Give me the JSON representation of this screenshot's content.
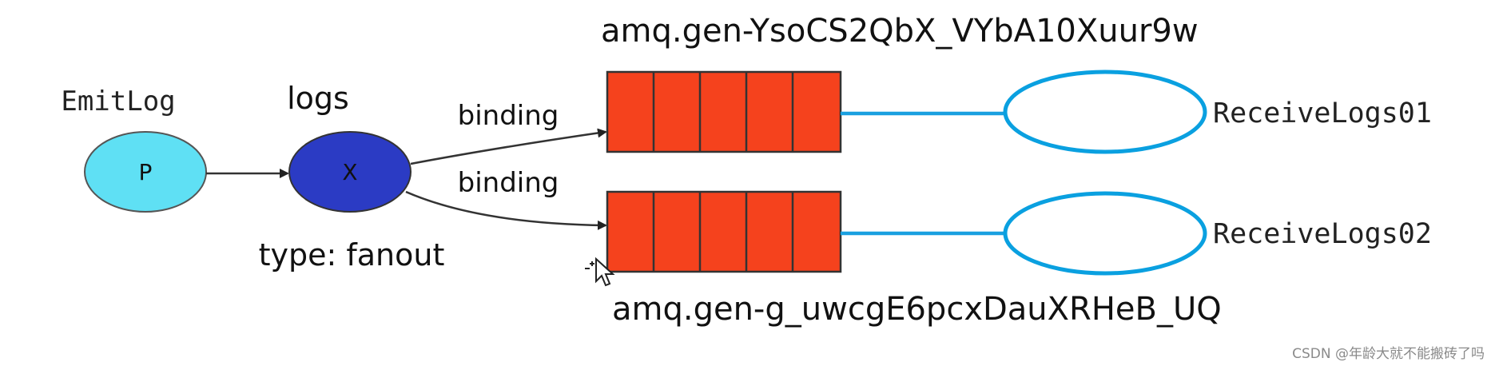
{
  "producer": {
    "name": "EmitLog",
    "symbol": "P"
  },
  "exchange": {
    "name": "logs",
    "symbol": "X",
    "type_label": "type: fanout"
  },
  "bindings": [
    {
      "label": "binding"
    },
    {
      "label": "binding"
    }
  ],
  "queues": [
    {
      "name": "amq.gen-YsoCS2QbX_VYbA10Xuur9w"
    },
    {
      "name": "amq.gen-g_uwcgE6pcxDauXRHeB_UQ"
    }
  ],
  "consumers": [
    {
      "name": "ReceiveLogs01"
    },
    {
      "name": "ReceiveLogs02"
    }
  ],
  "watermark": "CSDN @年龄大就不能搬砖了吗",
  "colors": {
    "producer_fill": "#5fe0f4",
    "exchange_fill": "#2b3bc4",
    "queue_fill": "#f5421d",
    "consumer_stroke": "#0aa0e0",
    "link_line": "#1aa0e0",
    "arrow": "#333333"
  }
}
